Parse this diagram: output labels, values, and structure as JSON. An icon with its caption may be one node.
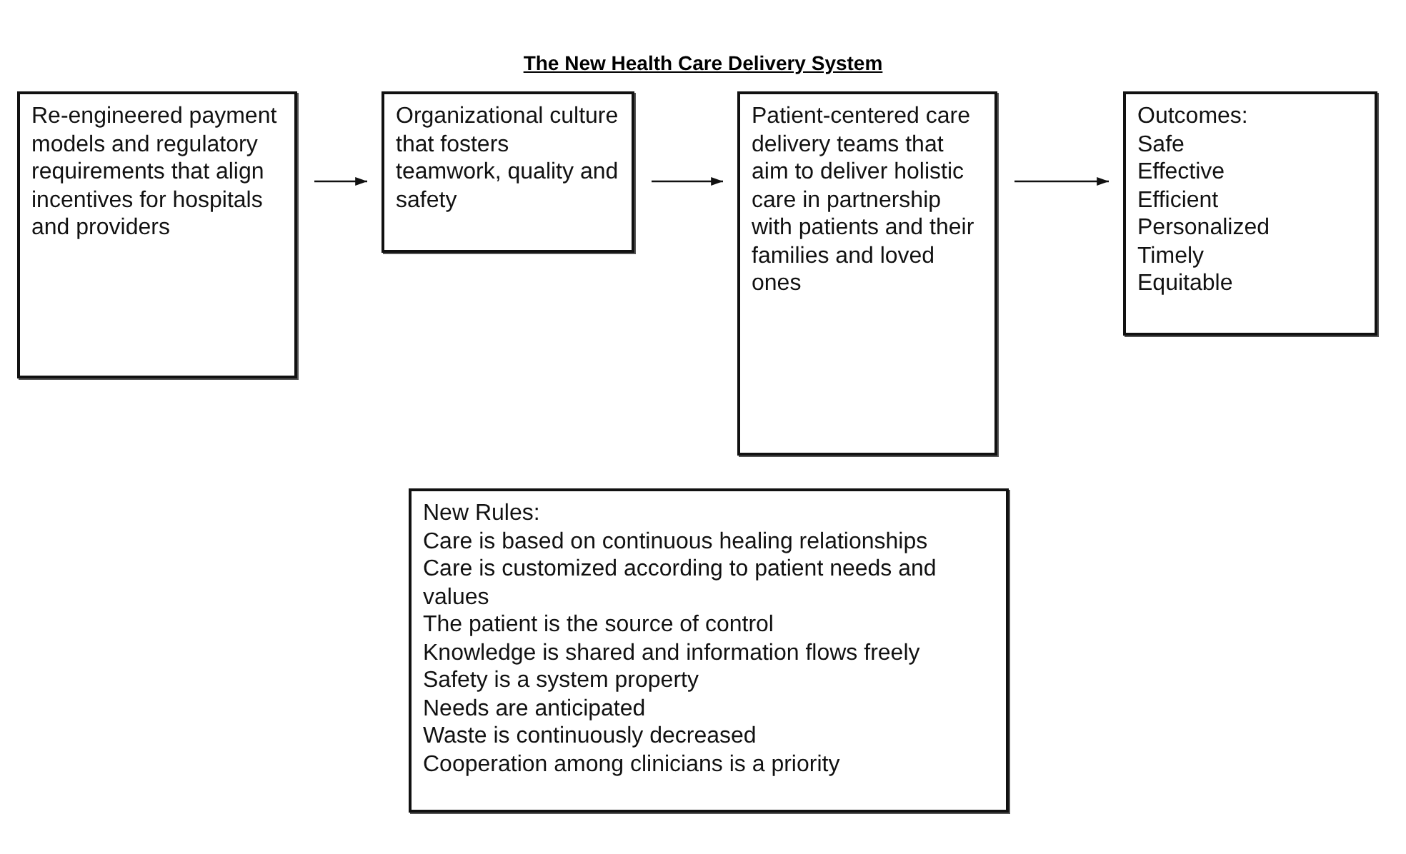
{
  "diagram": {
    "title": "The New Health Care Delivery System",
    "nodes": [
      {
        "text": [
          "Re-engineered payment models and regulatory requirements that align incentives for hospitals and providers"
        ]
      },
      {
        "text": [
          "Organizational culture that fosters teamwork, quality and safety"
        ]
      },
      {
        "text": [
          "Patient-centered care delivery teams that aim to deliver holistic care in partnership with patients and their families and loved ones"
        ]
      },
      {
        "text": [
          "Outcomes:",
          "Safe",
          "Effective",
          "Efficient",
          "Personalized",
          "Timely",
          "Equitable"
        ]
      },
      {
        "text": [
          "New Rules:",
          "Care is based on continuous healing relationships",
          "Care is customized according to patient needs and values",
          "The patient is the source of control",
          "Knowledge is shared and information flows freely",
          "Safety is a system property",
          "Needs are anticipated",
          "Waste is continuously decreased",
          "Cooperation among clinicians is a priority"
        ]
      }
    ],
    "edges": [
      {
        "from": 0,
        "to": 1,
        "arrow": "to"
      },
      {
        "from": 1,
        "to": 2,
        "arrow": "to"
      },
      {
        "from": 2,
        "to": 3,
        "arrow": "to"
      }
    ]
  }
}
